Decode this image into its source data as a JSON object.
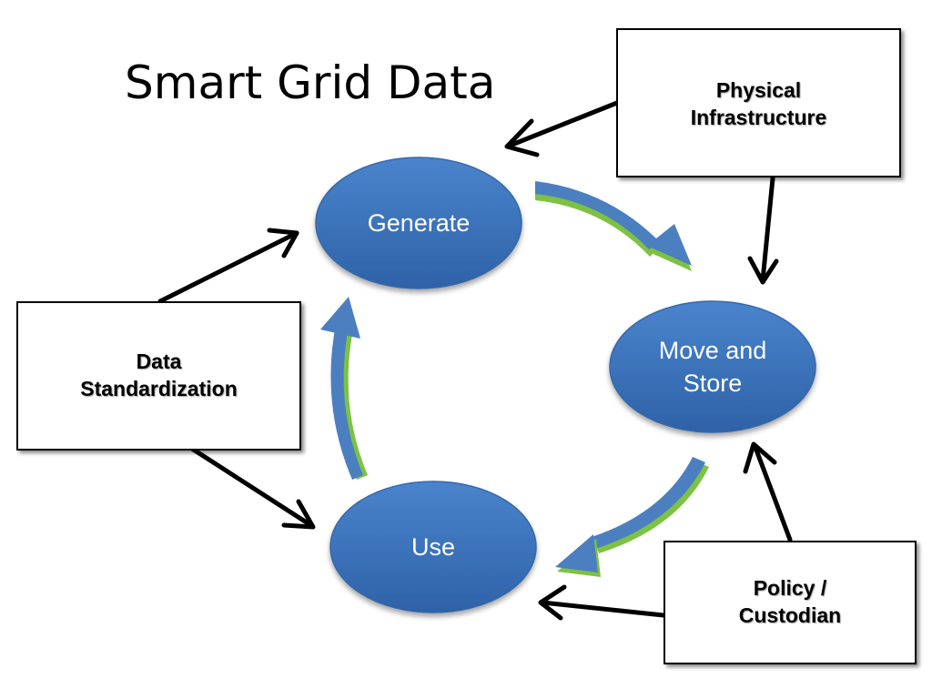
{
  "title": "Smart Grid Data",
  "nodes": {
    "generate": {
      "label": "Generate"
    },
    "move_and_store": {
      "line1": "Move and",
      "line2": "Store"
    },
    "use": {
      "label": "Use"
    }
  },
  "boxes": {
    "physical_infrastructure": {
      "line1": "Physical",
      "line2": "Infrastructure"
    },
    "data_standardization": {
      "line1": "Data",
      "line2": "Standardization"
    },
    "policy_custodian": {
      "line1": "Policy /",
      "line2": "Custodian"
    }
  },
  "colors": {
    "node_fill_top": "#4a84cc",
    "node_fill_bottom": "#2e62a8",
    "flow_arrow": "#4b7fc0",
    "flow_arrow_edge": "#7dc242",
    "connector": "#000000",
    "box_border": "#000000"
  }
}
